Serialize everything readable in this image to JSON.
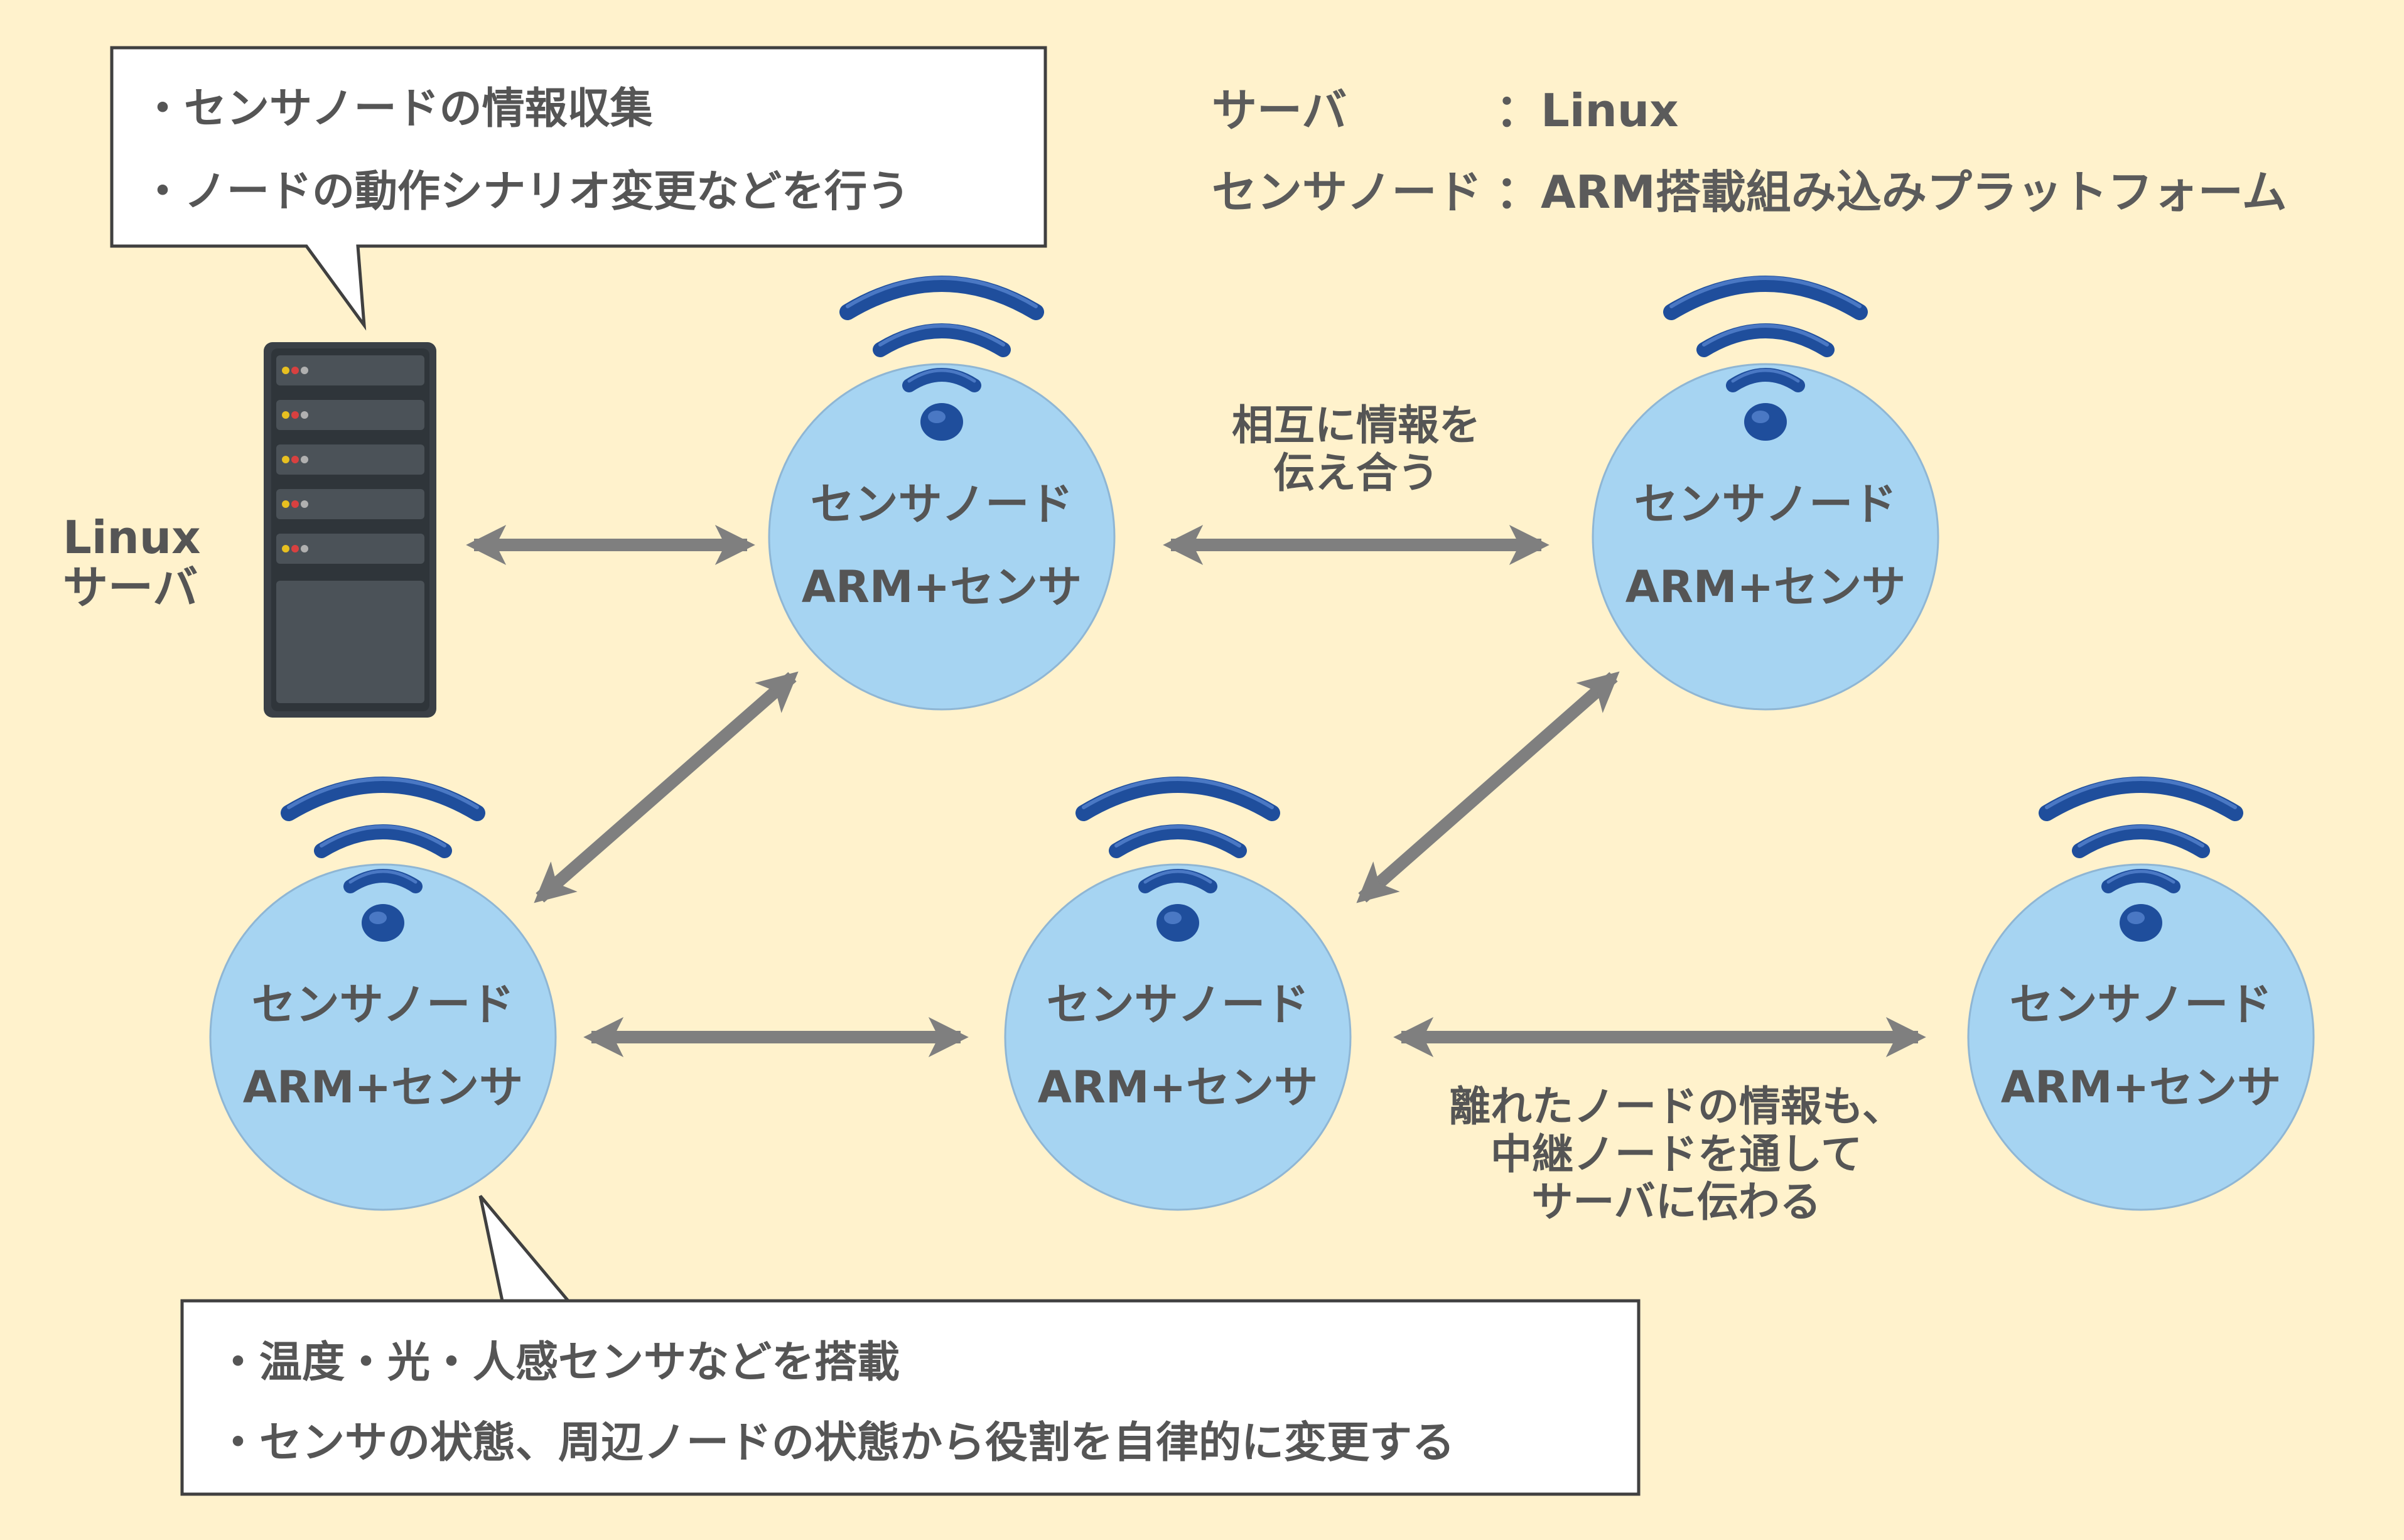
{
  "server_callout": {
    "lines": [
      "・センサノードの情報収集",
      "・ノードの動作シナリオ変更などを行う"
    ]
  },
  "legend": {
    "server_key": "サーバ",
    "server_value": "：Linux",
    "node_key": "センサノード",
    "node_value": "：ARM搭載組み込みプラットフォーム"
  },
  "server": {
    "label_line1": "Linux",
    "label_line2": "サーバ",
    "icon": "server-rack-icon"
  },
  "node": {
    "line1": "センサノード",
    "line2": "ARM+センサ",
    "icon": "wifi-signal-icon"
  },
  "captions": {
    "mutual_line1": "相互に情報を",
    "mutual_line2": "伝え合う",
    "relay_line1": "離れたノードの情報も、",
    "relay_line2": "中継ノードを通して",
    "relay_line3": "サーバに伝わる"
  },
  "node_callout": {
    "lines": [
      "・温度・光・人感センサなどを搭載",
      "・センサの状態、周辺ノードの状態から役割を自律的に変更する"
    ]
  },
  "colors": {
    "background": "#fff2cc",
    "node_fill": "#a6d4f2",
    "node_stroke": "#8fb6d4",
    "arrow": "#7f7f7f",
    "wifi": "#1f4e9c",
    "server_body": "#3a4046",
    "text": "#555555"
  }
}
